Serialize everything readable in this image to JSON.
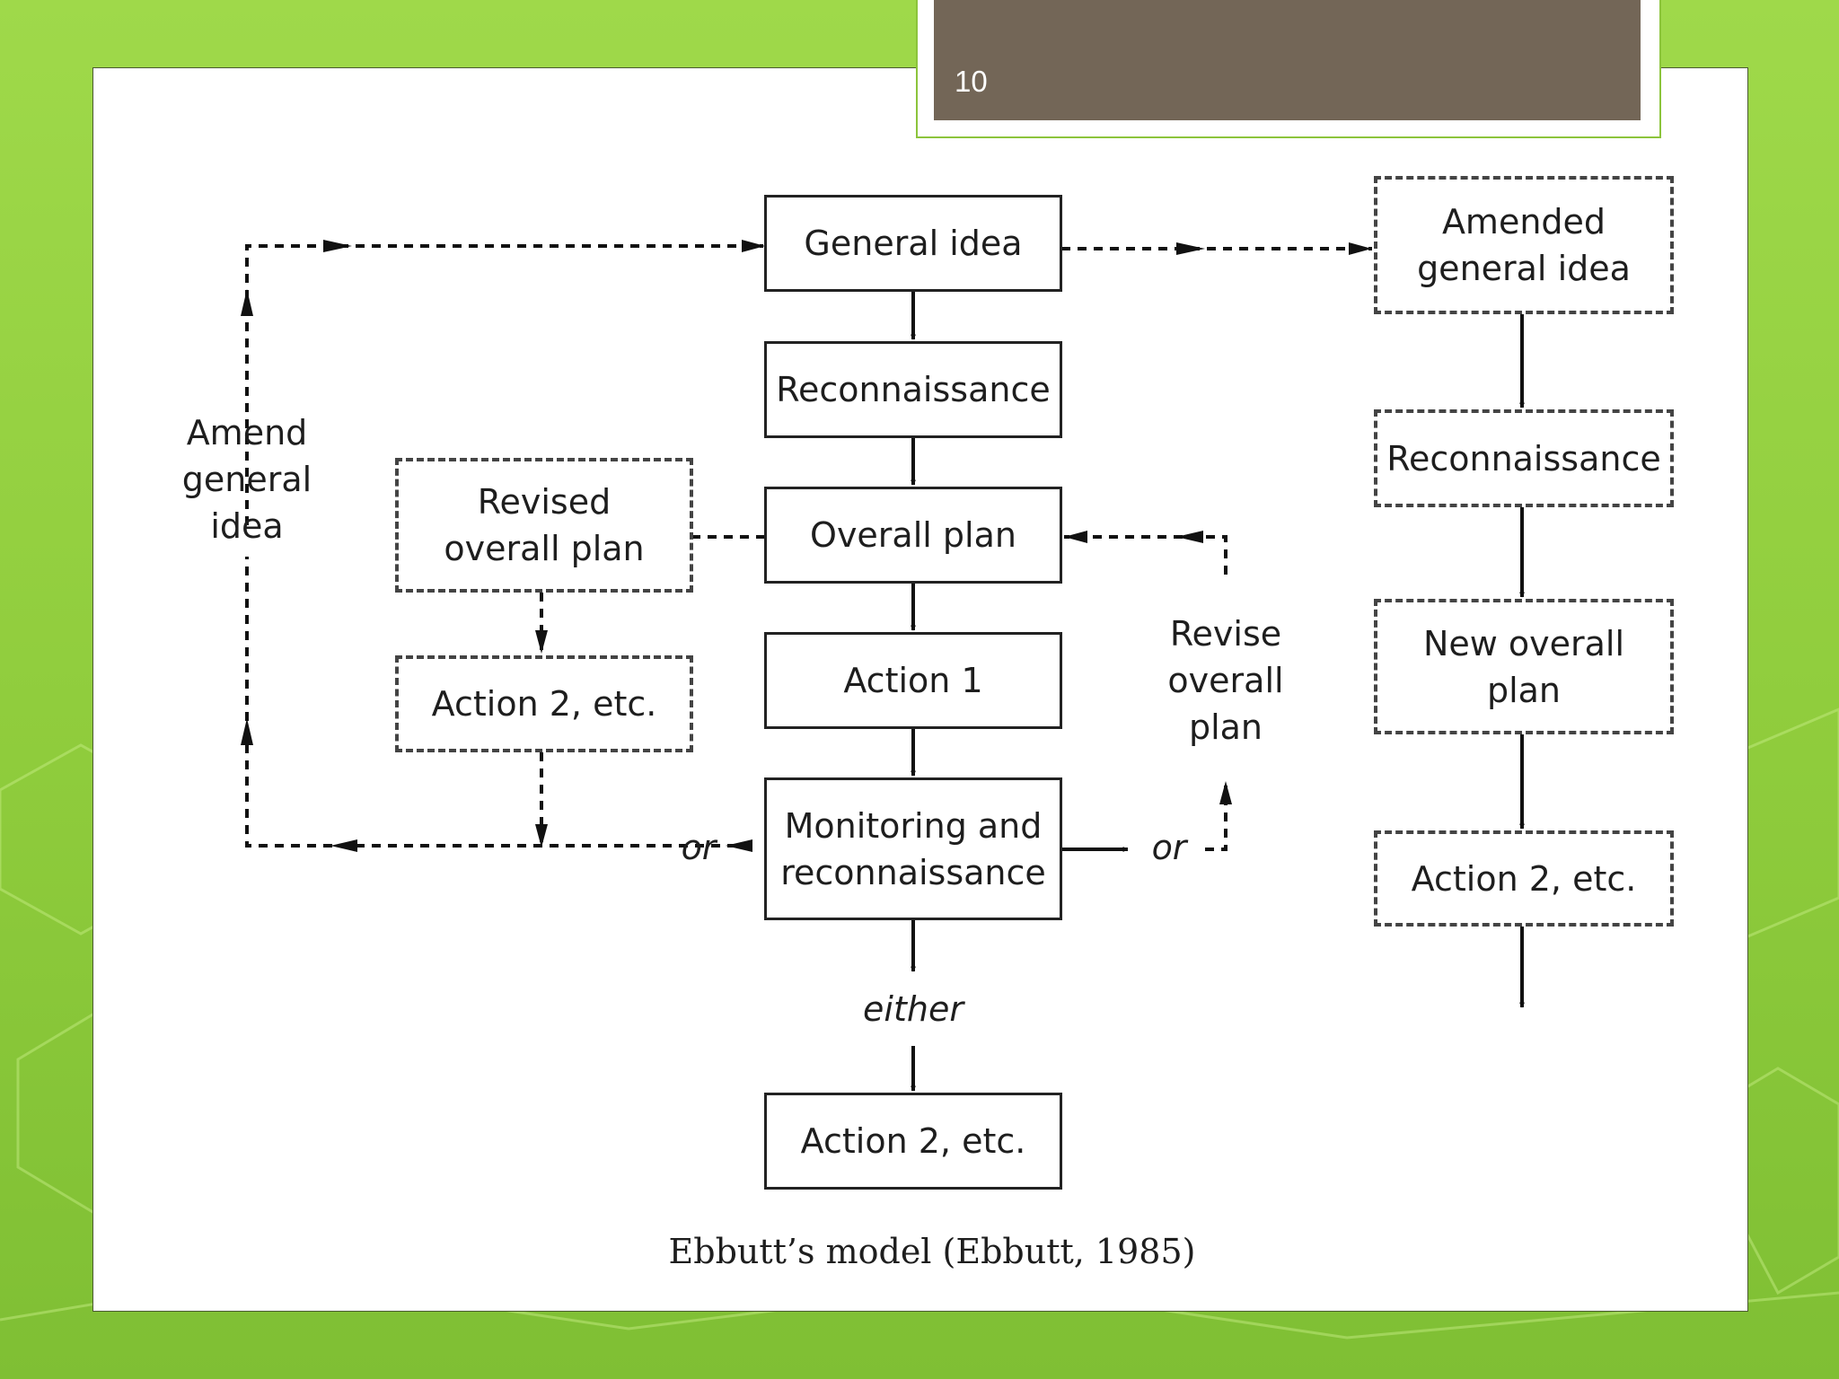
{
  "slide": {
    "number": "10"
  },
  "diagram": {
    "nodes": {
      "general_idea": "General idea",
      "reconnaissance": "Reconnaissance",
      "overall_plan": "Overall plan",
      "action_1": "Action 1",
      "monitoring": "Monitoring and\nreconnaissance",
      "action_2_bottom": "Action 2, etc.",
      "revised_overall_plan": "Revised\noverall plan",
      "action_2_left": "Action 2, etc.",
      "amended_general_idea": "Amended\ngeneral idea",
      "reconnaissance_right": "Reconnaissance",
      "new_overall_plan": "New overall\nplan",
      "action_2_right": "Action 2, etc."
    },
    "labels": {
      "amend_general_idea": "Amend\ngeneral\nidea",
      "revise_overall_plan": "Revise\noverall\nplan",
      "or_left": "or",
      "or_right": "or",
      "either": "either"
    },
    "caption": "Ebbutt’s model (Ebbutt, 1985)"
  }
}
